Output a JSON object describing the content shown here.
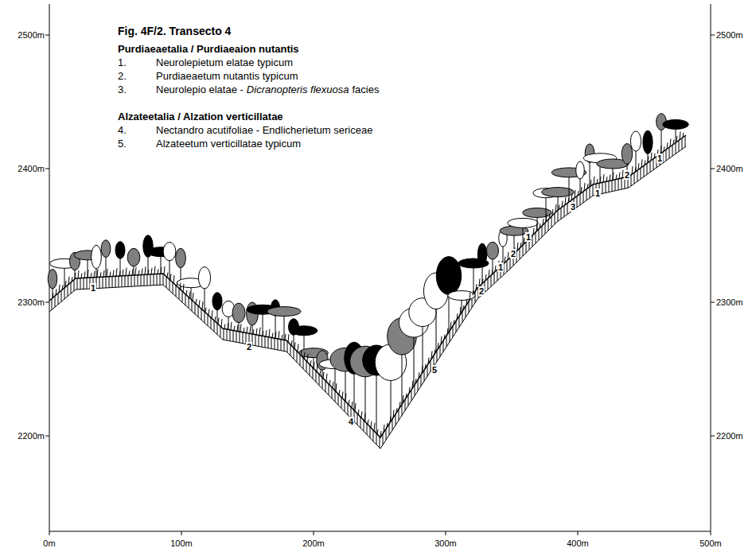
{
  "diagram": {
    "title": "Fig. 4F/2. Transecto 4",
    "labels": [
      "Purdiaeaetalia / Purdiaeaion nutantis",
      "1.",
      "Neurolepietum elatae typicum",
      "2.",
      "Purdiaeaetum nutantis typicum",
      "3.",
      "Neurolepio elatae -",
      "Dicranopteris flexuosa",
      "facies",
      "Alzateetalia / Alzation verticillatae",
      "4.",
      "Nectandro acutifoliae - Endlicherietum sericeae",
      "5.",
      "Alzateetum verticillatae typicum",
      "2500m",
      "2400m",
      "2300m",
      "2200m",
      "2500m",
      "2400m",
      "2300m",
      "2200m",
      "0m",
      "100m",
      "200m",
      "300m",
      "400m",
      "500m",
      "1",
      "2",
      "4",
      "5",
      "2",
      "1",
      "2",
      "1",
      "3",
      "1",
      "2",
      "1"
    ]
  }
}
